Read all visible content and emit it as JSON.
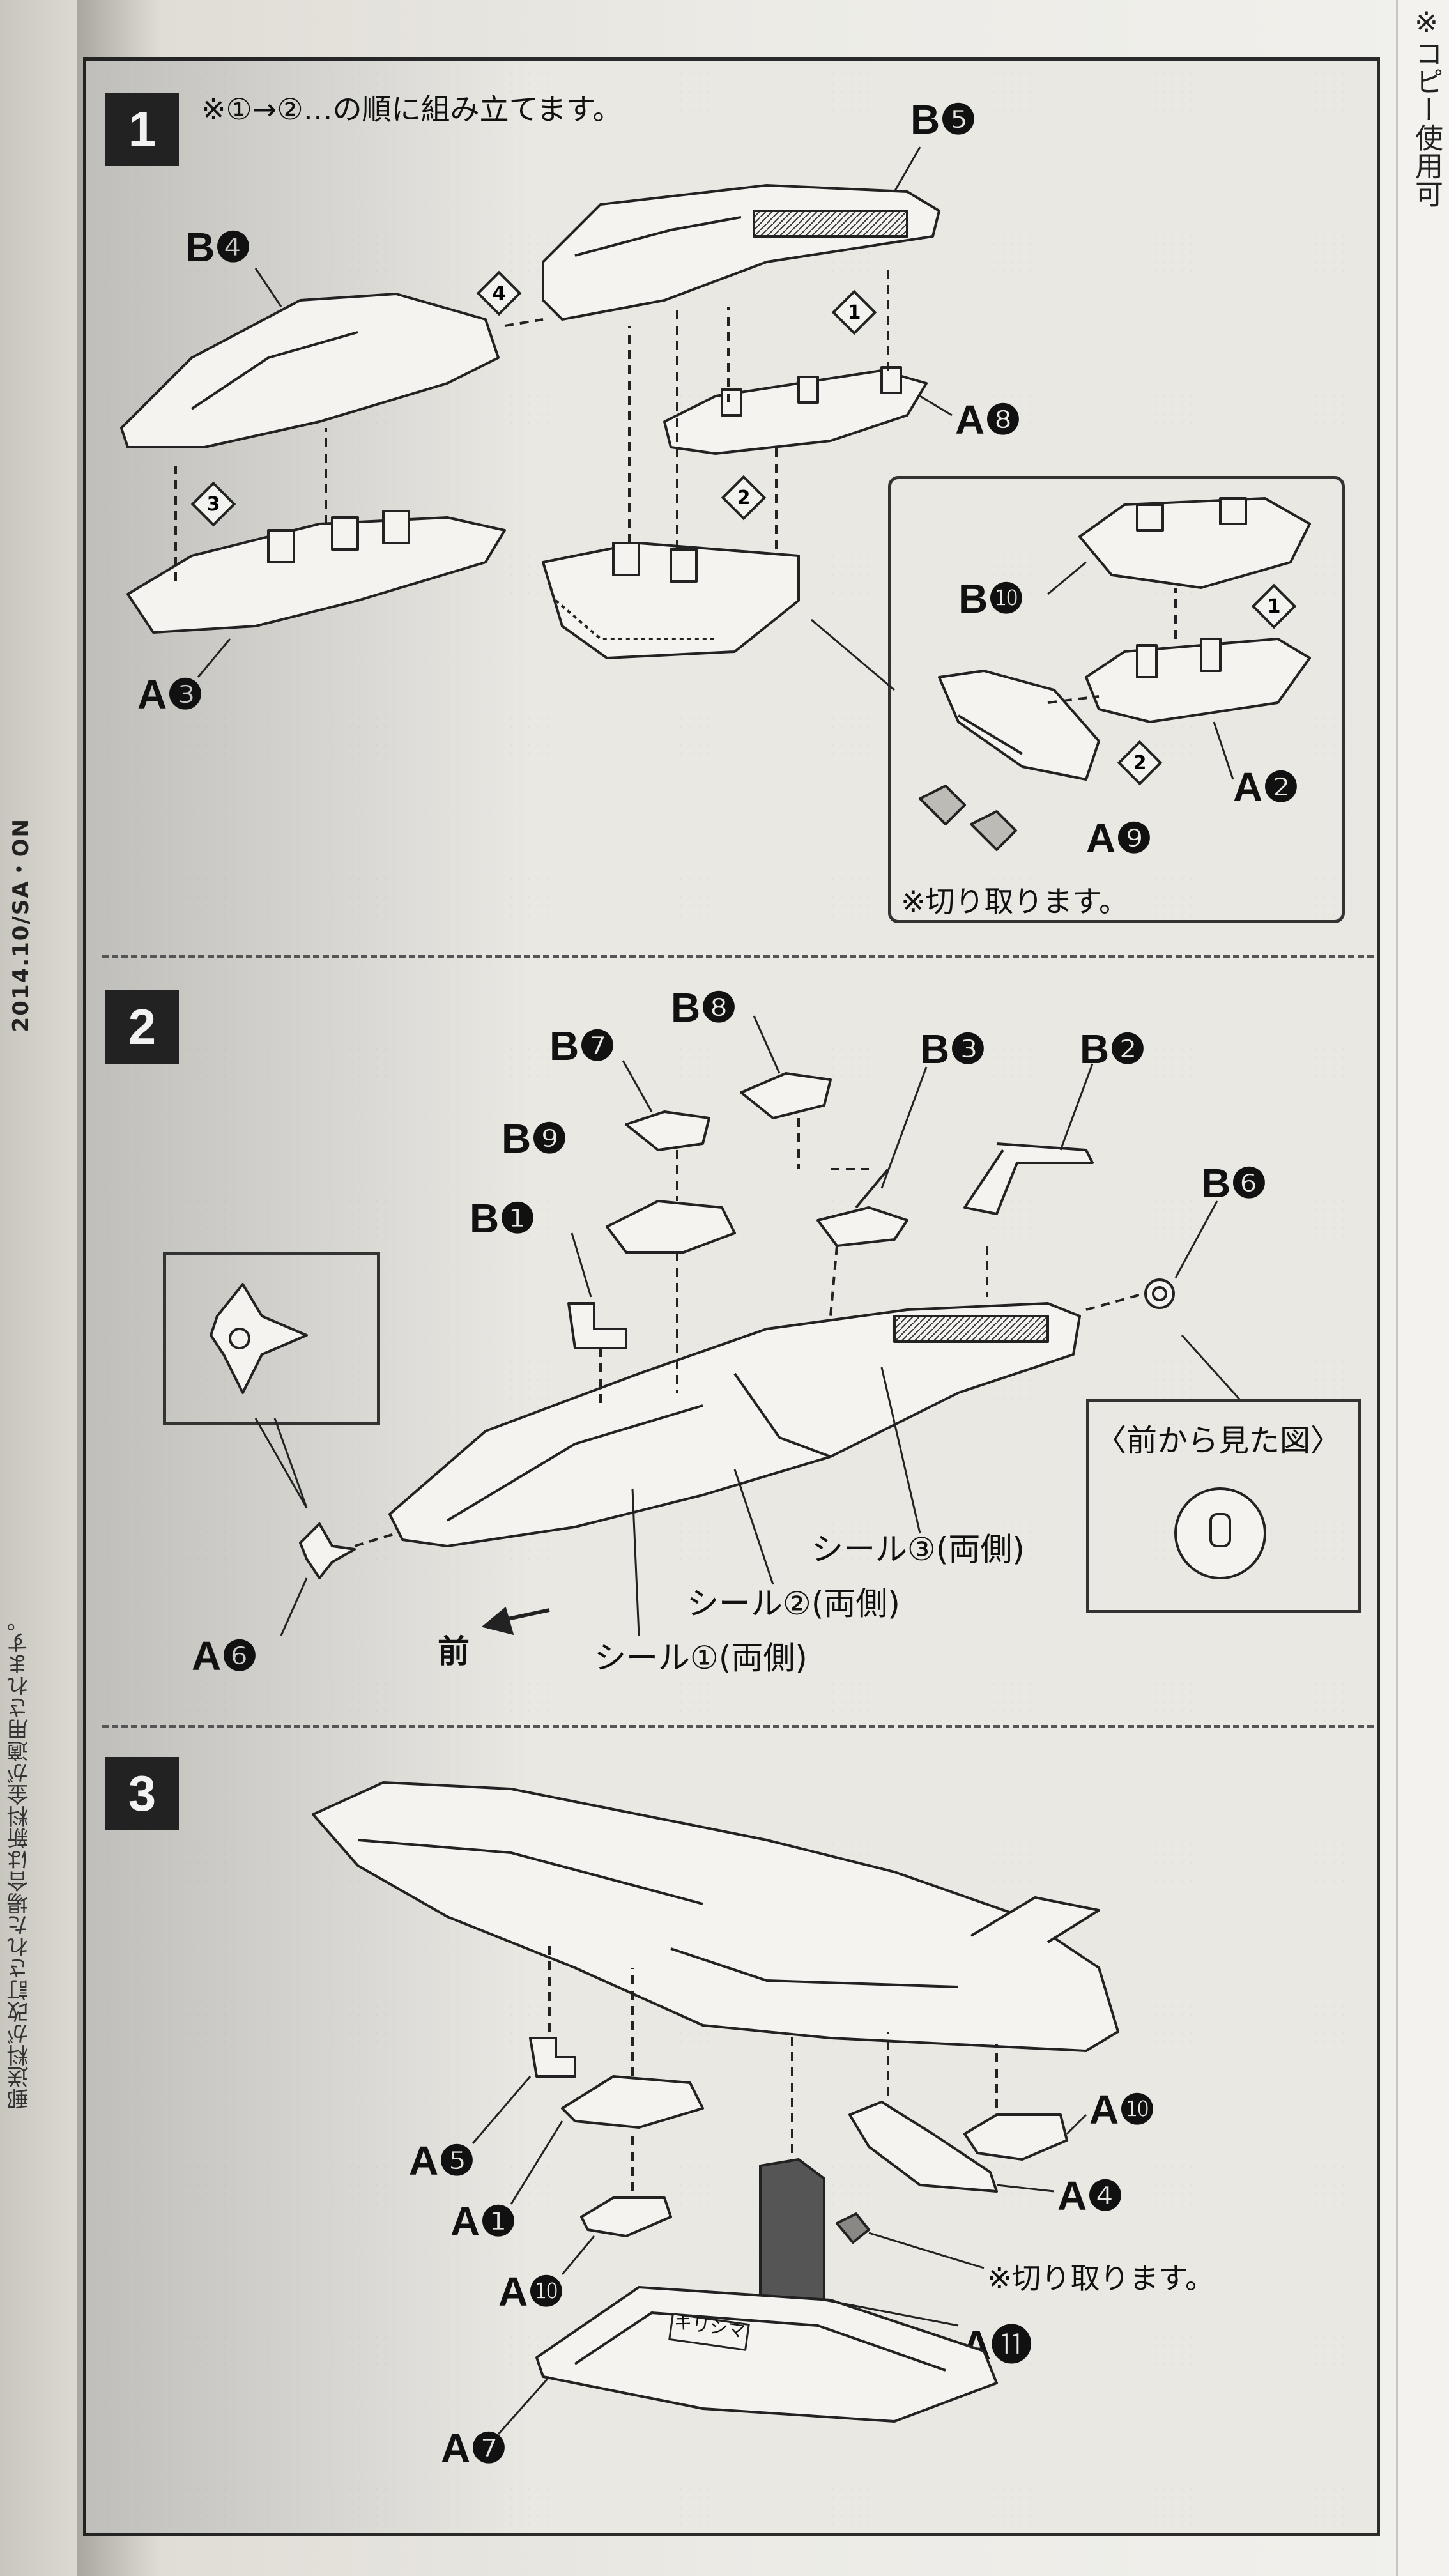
{
  "side": {
    "date": "2014.10/SA・ON",
    "note": "郵送料が改訂された場合は新料金が適用されます。"
  },
  "top_right": "※コピー使用可",
  "step1": {
    "number": "1",
    "instruction": "※①→②…の順に組み立てます。",
    "labels": {
      "b5": "B❺",
      "b4": "B❹",
      "a8": "A❽",
      "a3": "A❸",
      "b10": "B❿",
      "a2": "A❷",
      "a9": "A❾"
    },
    "markers": {
      "m4": "4",
      "m1": "1",
      "m3": "3",
      "m2": "2",
      "m1b": "1",
      "m2b": "2"
    },
    "cut_note": "※切り取ります。"
  },
  "step2": {
    "number": "2",
    "labels": {
      "b8": "B❽",
      "b7": "B❼",
      "b3": "B❸",
      "b2": "B❷",
      "b9": "B❾",
      "b6": "B❻",
      "b1": "B❶",
      "a6": "A❻"
    },
    "front_view": "〈前から見た図〉",
    "sticker3": "シール③(両側)",
    "sticker2": "シール②(両側)",
    "sticker1": "シール①(両側)",
    "front": "前"
  },
  "step3": {
    "number": "3",
    "labels": {
      "a10a": "A❿",
      "a5": "A❺",
      "a4": "A❹",
      "a1": "A❶",
      "a10b": "A❿",
      "a11": "A⓫",
      "a7": "A❼"
    },
    "cut_note": "※切り取ります。",
    "stand_name": "キリシマ"
  }
}
